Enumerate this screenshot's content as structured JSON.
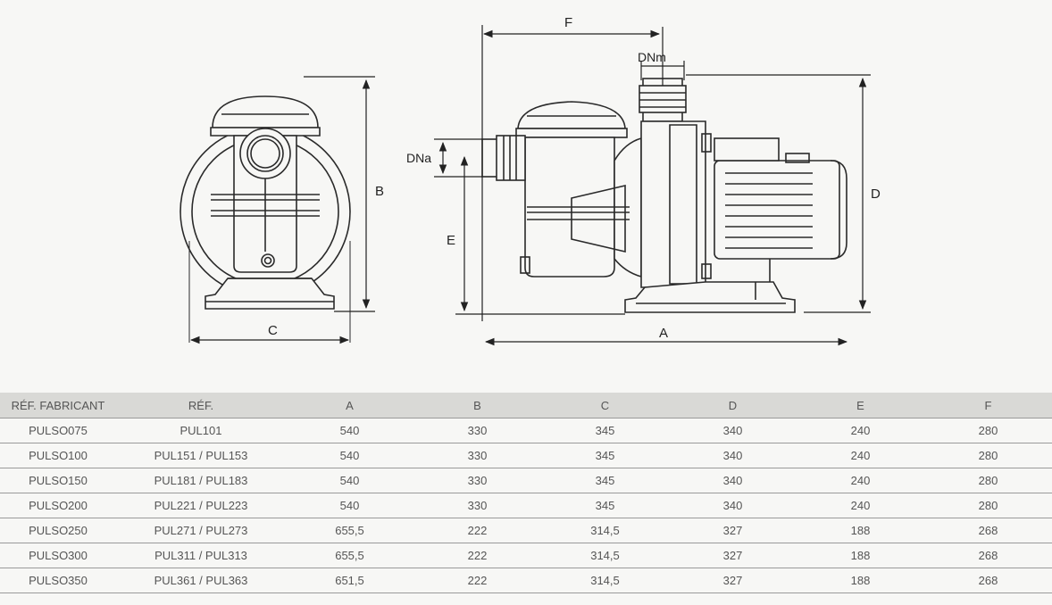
{
  "dimension_labels": {
    "A": "A",
    "B": "B",
    "C": "C",
    "D": "D",
    "E": "E",
    "F": "F",
    "DNa": "DNa",
    "DNm": "DNm"
  },
  "table": {
    "headers": [
      "RÉF. FABRICANT",
      "RÉF.",
      "A",
      "B",
      "C",
      "D",
      "E",
      "F"
    ],
    "rows": [
      [
        "PULSO075",
        "PUL101",
        "540",
        "330",
        "345",
        "340",
        "240",
        "280"
      ],
      [
        "PULSO100",
        "PUL151 / PUL153",
        "540",
        "330",
        "345",
        "340",
        "240",
        "280"
      ],
      [
        "PULSO150",
        "PUL181 / PUL183",
        "540",
        "330",
        "345",
        "340",
        "240",
        "280"
      ],
      [
        "PULSO200",
        "PUL221 / PUL223",
        "540",
        "330",
        "345",
        "340",
        "240",
        "280"
      ],
      [
        "PULSO250",
        "PUL271 / PUL273",
        "655,5",
        "222",
        "314,5",
        "327",
        "188",
        "268"
      ],
      [
        "PULSO300",
        "PUL311 / PUL313",
        "655,5",
        "222",
        "314,5",
        "327",
        "188",
        "268"
      ],
      [
        "PULSO350",
        "PUL361 / PUL363",
        "651,5",
        "222",
        "314,5",
        "327",
        "188",
        "268"
      ]
    ]
  },
  "colors": {
    "line": "#2a2a2a",
    "header_bg": "#d9d9d6",
    "background": "#f7f7f5"
  }
}
